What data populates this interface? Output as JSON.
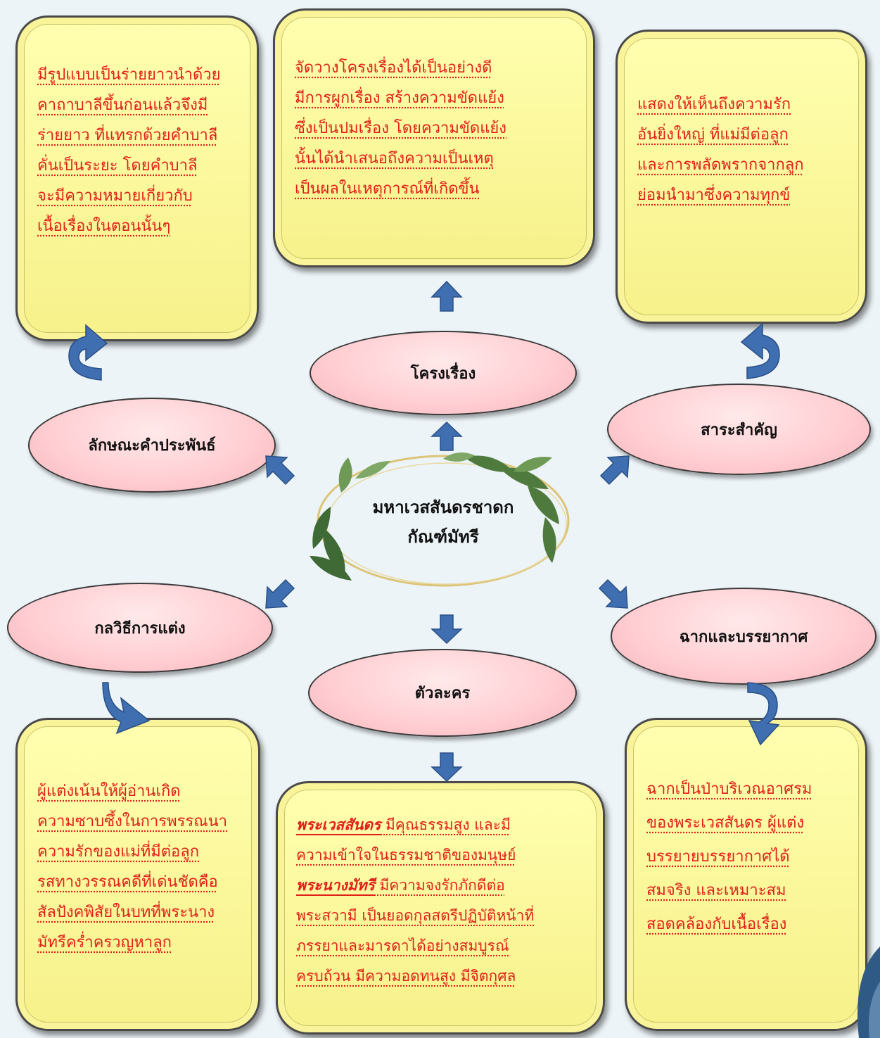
{
  "center": {
    "line1": "มหาเวสสันดรชาดก",
    "line2": "กัณฑ์มัทรี"
  },
  "topics": {
    "structure": "โครงเรื่อง",
    "theme": "สาระสำคัญ",
    "form": "ลักษณะคำประพันธ์",
    "technique": "กลวิธีการแต่ง",
    "setting": "ฉากและบรรยากาศ",
    "characters": "ตัวละคร"
  },
  "boxes": {
    "form": [
      "มีรูปแบบเป็นร่ายยาวนำด้วย",
      "คาถาบาลีขึ้นก่อนแล้วจึงมี",
      "ร่ายยาว ที่แทรกด้วยคำบาลี",
      "คั่นเป็นระยะ โดยคำบาลี",
      "จะมีความหมายเกี่ยวกับ",
      "เนื้อเรื่องในตอนนั้นๆ"
    ],
    "structure": [
      "จัดวางโครงเรื่องได้เป็นอย่างดี",
      "มีการผูกเรื่อง สร้างความขัดแย้ง",
      "ซึ่งเป็นปมเรื่อง โดยความขัดแย้ง",
      "นั้นได้นำเสนอถึงความเป็นเหตุ",
      "เป็นผลในเหตุการณ์ที่เกิดขึ้น"
    ],
    "theme": [
      "แสดงให้เห็นถึงความรัก",
      "อันยิ่งใหญ่ ที่แม่มีต่อลูก",
      "และการพลัดพรากจากลูก",
      "ย่อมนำมาซึ่งความทุกข์"
    ],
    "technique": [
      "ผู้แต่งเน้นให้ผู้อ่านเกิด",
      "ความซาบซึ้งในการพรรณนา",
      "ความรักของแม่ที่มีต่อลูก",
      "รสทางวรรณคดีที่เด่นชัดคือ",
      "สัลปังคพิสัยในบทที่พระนาง",
      "มัทรีคร่ำครวญหาลูก"
    ],
    "characters": {
      "name1": "พระเวสสันดร",
      "text1a": " มีคุณธรรมสูง และมี",
      "text1b": "ความเข้าใจในธรรมชาติของมนุษย์",
      "name2": "พระนางมัทรี",
      "text2a": " มีความจงรักภักดีต่อ",
      "text2b": "พระสวามี เป็นยอดกุลสตรีปฏิบัติหน้าที่",
      "text2c": "ภรรยาและมารดาได้อย่างสมบูรณ์",
      "text2d": "ครบถ้วน มีความอดทนสูง มีจิตกุศล"
    },
    "setting": [
      "ฉากเป็นป่าบริเวณอาศรม",
      "ของพระเวสสันดร ผู้แต่ง",
      "บรรยายบรรยากาศได้",
      "สมจริง และเหมาะสม",
      "สอดคล้องกับเนื้อเรื่อง"
    ]
  },
  "colors": {
    "box_fill": "#fbf59a",
    "oval_fill": "#ffcdd2",
    "text_red": "#e0201a",
    "arrow_blue": "#3f6fb0"
  }
}
